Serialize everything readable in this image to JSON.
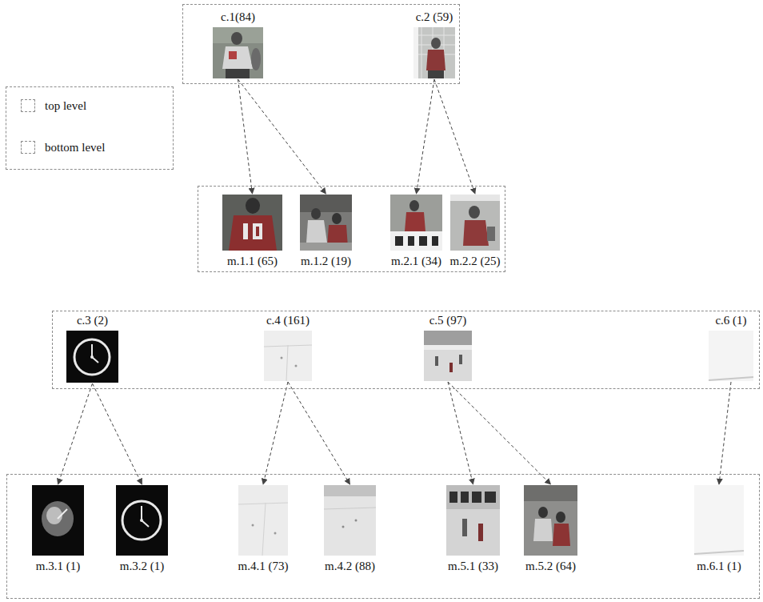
{
  "diagram": {
    "nodes": [
      {
        "text": []
      },
      {
        "text": [
          "c.1(84)"
        ],
        "in": 0
      },
      {
        "text": [
          "c.2 (59)"
        ],
        "in": 0
      },
      {
        "text": []
      },
      {
        "text": [
          "m.1.1 (65)"
        ],
        "in": 3
      },
      {
        "text": [
          "m.1.2 (19)"
        ],
        "in": 3
      },
      {
        "text": [
          "m.2.1 (34)"
        ],
        "in": 3
      },
      {
        "text": [
          "m.2.2 (25)"
        ],
        "in": 3
      },
      {
        "text": []
      },
      {
        "text": [
          "c.3 (2)"
        ],
        "in": 8
      },
      {
        "text": [
          "c.4 (161)"
        ],
        "in": 8
      },
      {
        "text": [
          "c.5 (97)"
        ],
        "in": 8
      },
      {
        "text": [
          "c.6 (1)"
        ],
        "in": 8
      },
      {
        "text": []
      },
      {
        "text": [
          "m.3.1 (1)"
        ],
        "in": 13
      },
      {
        "text": [
          "m.3.2 (1)"
        ],
        "in": 13
      },
      {
        "text": [
          "m.4.1 (73)"
        ],
        "in": 13
      },
      {
        "text": [
          "m.4.2 (88)"
        ],
        "in": 13
      },
      {
        "text": [
          "m.5.1 (33)"
        ],
        "in": 13
      },
      {
        "text": [
          "m.5.2 (64)"
        ],
        "in": 13
      },
      {
        "text": [
          "m.6.1 (1)"
        ],
        "in": 13
      }
    ],
    "edges": [
      {
        "from": 1,
        "to": 4,
        "arrow": "to"
      },
      {
        "from": 1,
        "to": 5,
        "arrow": "to"
      },
      {
        "from": 2,
        "to": 6,
        "arrow": "to"
      },
      {
        "from": 2,
        "to": 7,
        "arrow": "to"
      },
      {
        "from": 9,
        "to": 14,
        "arrow": "to"
      },
      {
        "from": 9,
        "to": 15,
        "arrow": "to"
      },
      {
        "from": 10,
        "to": 16,
        "arrow": "to"
      },
      {
        "from": 10,
        "to": 17,
        "arrow": "to"
      },
      {
        "from": 11,
        "to": 18,
        "arrow": "to"
      },
      {
        "from": 11,
        "to": 19,
        "arrow": "to"
      },
      {
        "from": 12,
        "to": 20,
        "arrow": "to"
      }
    ],
    "legend": [
      {
        "text": "top level"
      },
      {
        "text": "bottom level"
      }
    ]
  }
}
